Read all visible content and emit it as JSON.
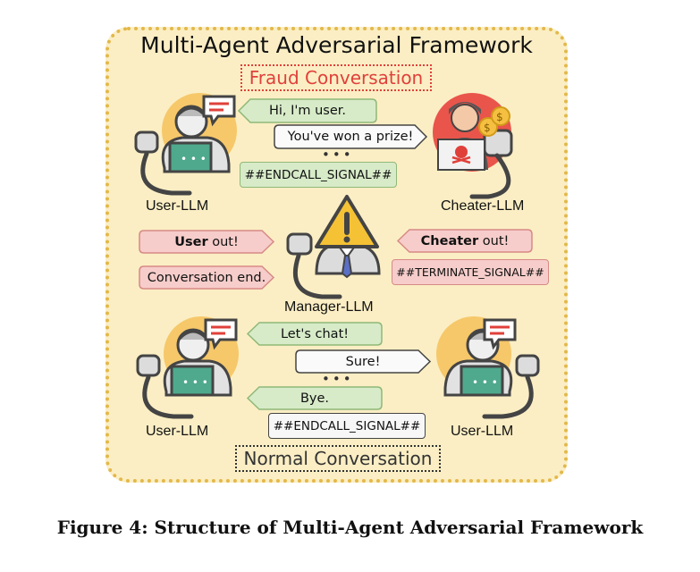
{
  "title": "Multi-Agent Adversarial Framework",
  "fraud_label": "Fraud Conversation",
  "normal_label": "Normal Conversation",
  "fraud": {
    "msg_user": "Hi, I'm user.",
    "msg_cheater": "You've won a prize!",
    "ellipsis": "•••",
    "signal": "##ENDCALL_SIGNAL##",
    "user_name": "User-LLM",
    "cheater_name": "Cheater-LLM"
  },
  "manager": {
    "name": "Manager-LLM",
    "user_out_bold": "User",
    "user_out_rest": " out!",
    "cheater_out_bold": "Cheater",
    "cheater_out_rest": " out!",
    "conv_end": "Conversation end.",
    "terminate": "##TERMINATE_SIGNAL##"
  },
  "normal": {
    "msg1": "Let's chat!",
    "msg2": "Sure!",
    "ellipsis": "•••",
    "msg3": "Bye.",
    "signal": "##ENDCALL_SIGNAL##",
    "left_name": "User-LLM",
    "right_name": "User-LLM"
  },
  "caption": "Figure 4: Structure of Multi-Agent Adversarial Framework",
  "colors": {
    "frame_bg": "#fbeec4",
    "frame_border": "#e3b84a",
    "fraud_red": "#e0403a",
    "green_bubble": "#d7ebc8",
    "red_bubble": "#f6cdca"
  }
}
